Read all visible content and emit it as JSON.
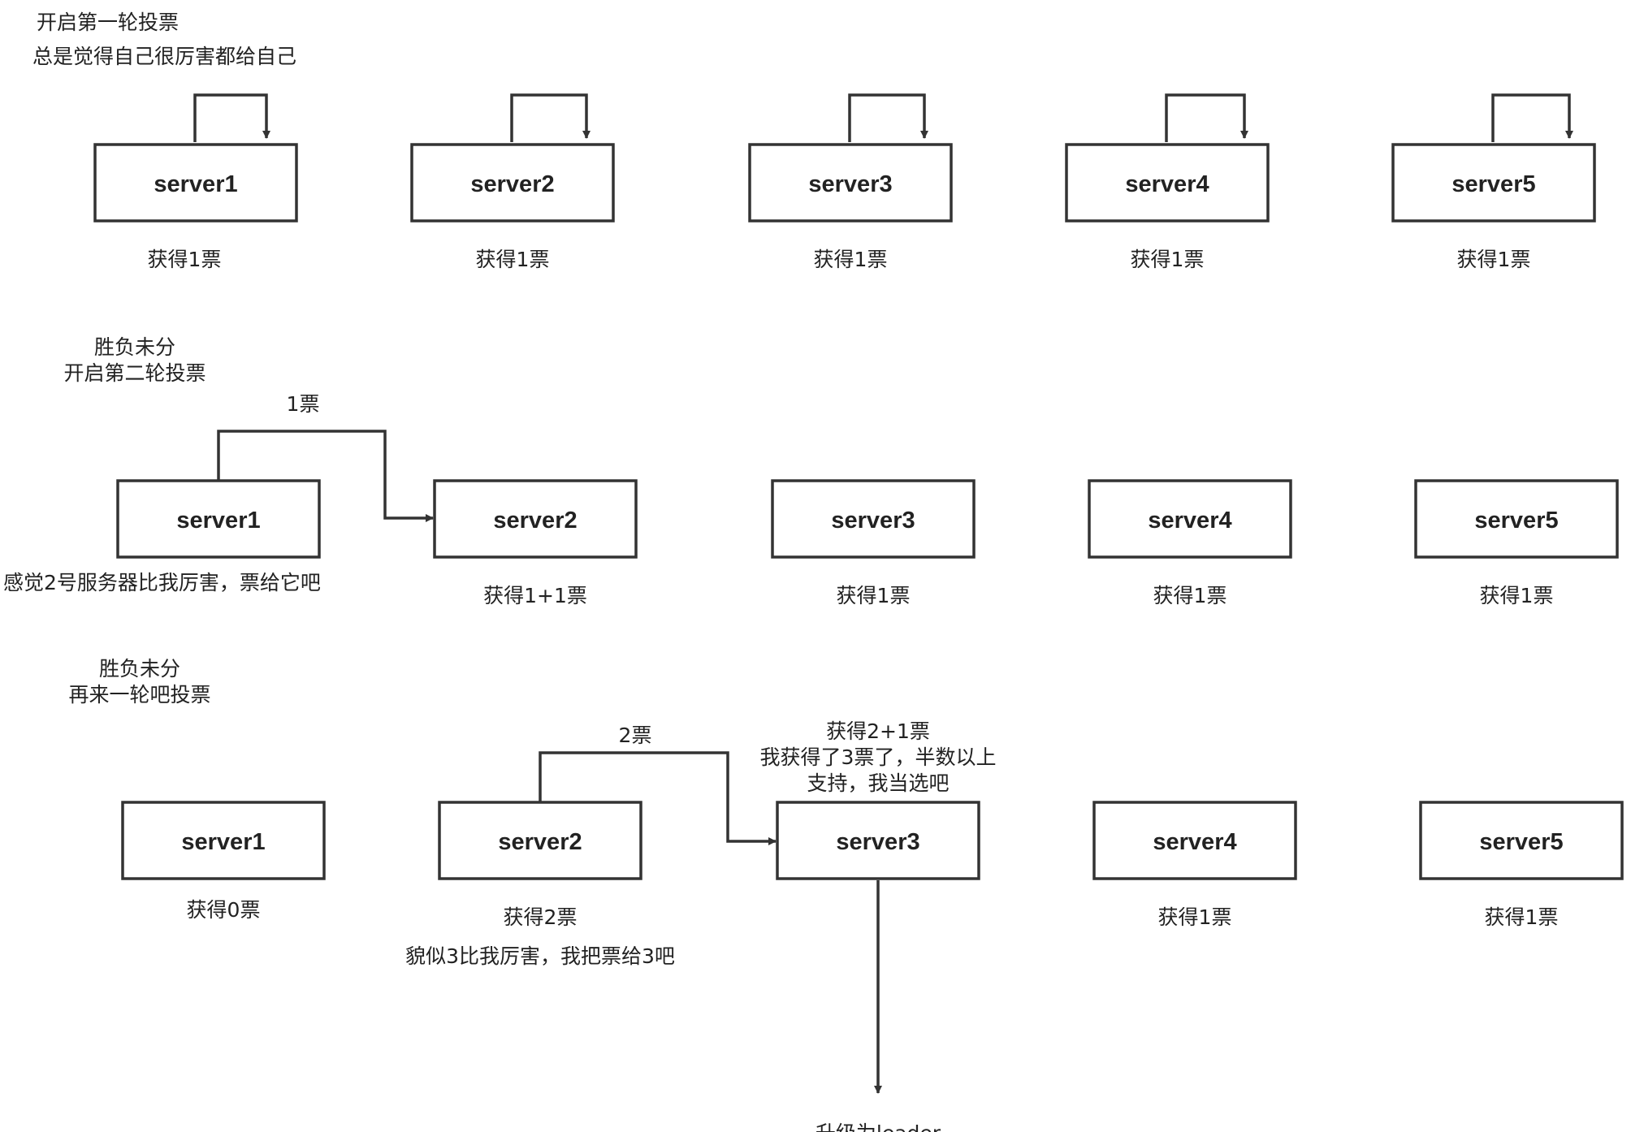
{
  "round1": {
    "heading_line1": "开启第一轮投票",
    "heading_line2": "总是觉得自己很厉害都给自己",
    "servers": [
      {
        "name": "server1",
        "votes": "获得1票"
      },
      {
        "name": "server2",
        "votes": "获得1票"
      },
      {
        "name": "server3",
        "votes": "获得1票"
      },
      {
        "name": "server4",
        "votes": "获得1票"
      },
      {
        "name": "server5",
        "votes": "获得1票"
      }
    ]
  },
  "round2": {
    "heading_line1": "胜负未分",
    "heading_line2": "开启第二轮投票",
    "arrow_label": "1票",
    "note": "感觉2号服务器比我厉害，票给它吧",
    "servers": [
      {
        "name": "server1",
        "votes": ""
      },
      {
        "name": "server2",
        "votes": "获得1+1票"
      },
      {
        "name": "server3",
        "votes": "获得1票"
      },
      {
        "name": "server4",
        "votes": "获得1票"
      },
      {
        "name": "server5",
        "votes": "获得1票"
      }
    ]
  },
  "round3": {
    "heading_line1": "胜负未分",
    "heading_line2": "再来一轮吧投票",
    "arrow_label": "2票",
    "winner_line1": "获得2+1票",
    "winner_line2": "我获得了3票了，半数以上",
    "winner_line3": "支持，我当选吧",
    "note": "貌似3比我厉害，我把票给3吧",
    "result": "升级为leader",
    "servers": [
      {
        "name": "server1",
        "votes": "获得0票"
      },
      {
        "name": "server2",
        "votes": "获得2票"
      },
      {
        "name": "server3",
        "votes": ""
      },
      {
        "name": "server4",
        "votes": "获得1票"
      },
      {
        "name": "server5",
        "votes": "获得1票"
      }
    ]
  }
}
